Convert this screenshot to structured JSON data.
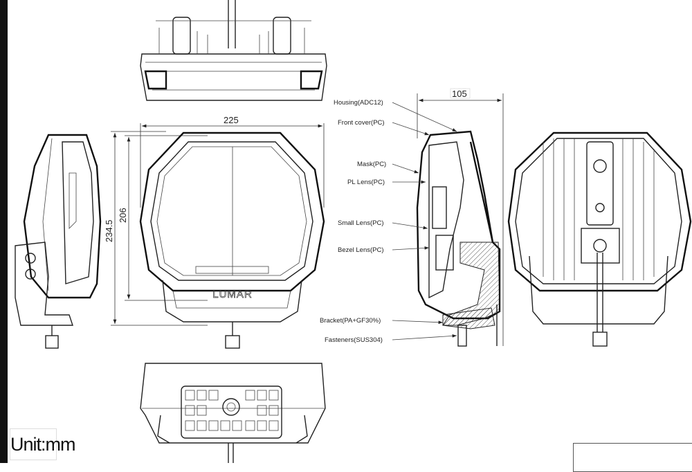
{
  "title": "Driving light technical drawing",
  "unit_label": "Unit:mm",
  "brand_mark": "LUMAR",
  "dimensions": {
    "width": "225",
    "inner_height": "206",
    "overall_height": "234.5",
    "depth": "105"
  },
  "parts": [
    {
      "label": "Housing(ADC12)"
    },
    {
      "label": "Front cover(PC)"
    },
    {
      "label": "Mask(PC)"
    },
    {
      "label": "PL Lens(PC)"
    },
    {
      "label": "Small Lens(PC)"
    },
    {
      "label": "Bezel Lens(PC)"
    },
    {
      "label": "Bracket(PA+GF30%)"
    },
    {
      "label": "Fasteners(SUS304)"
    }
  ]
}
